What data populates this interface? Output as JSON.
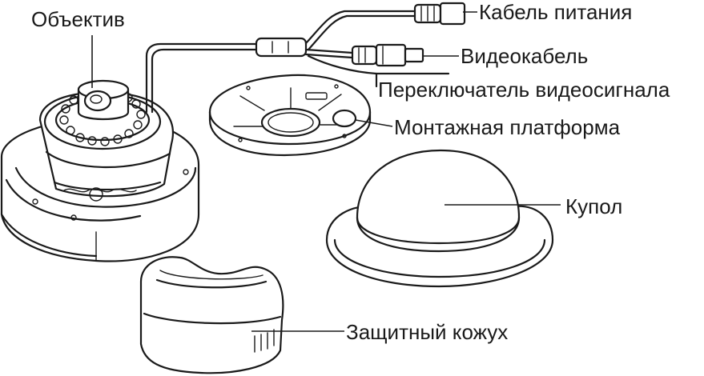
{
  "labels": {
    "lens": "Объектив",
    "power_cable": "Кабель питания",
    "video_cable": "Видеокабель",
    "video_switch": "Переключатель видеосигнала",
    "mounting_platform": "Монтажная платформа",
    "dome": "Купол",
    "protective_cover": "Защитный кожух"
  },
  "colors": {
    "line": "#1a1a1a",
    "background": "#ffffff"
  }
}
